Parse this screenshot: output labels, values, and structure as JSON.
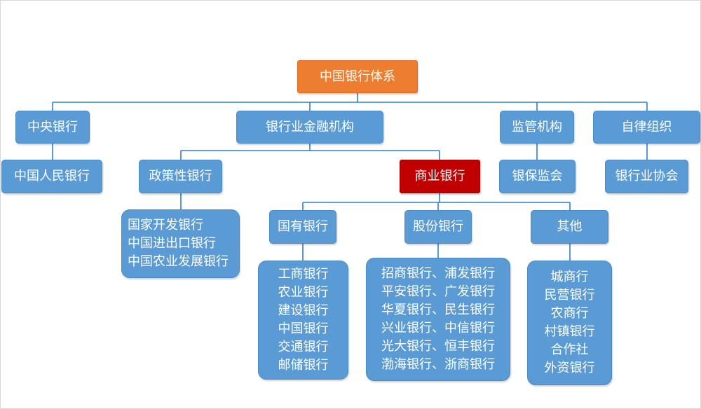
{
  "root": "中国银行体系",
  "level1": {
    "central_bank": "中央银行",
    "financial_institutions": "银行业金融机构",
    "regulator": "监管机构",
    "self_regulation": "自律组织"
  },
  "level2": {
    "pboc": "中国人民银行",
    "policy_banks": "政策性银行",
    "commercial_banks": "商业银行",
    "cbrc": "银保监会",
    "association": "银行业协会"
  },
  "policy_bank_list": [
    "国家开发银行",
    "中国进出口银行",
    "中国农业发展银行"
  ],
  "level3": {
    "state_owned": "国有银行",
    "joint_stock": "股份银行",
    "others": "其他"
  },
  "state_owned_list": [
    "工商银行",
    "农业银行",
    "建设银行",
    "中国银行",
    "交通银行",
    "邮储银行"
  ],
  "joint_stock_list": [
    "招商银行、浦发银行",
    "平安银行、广发银行",
    "华夏银行、民生银行",
    "兴业银行、中信银行",
    "光大银行、恒丰银行",
    "渤海银行、浙商银行"
  ],
  "others_list": [
    "城商行",
    "民营银行",
    "农商行",
    "村镇银行",
    "合作社",
    "外资银行"
  ],
  "colors": {
    "root": "#ed7d31",
    "node": "#5b9bd5",
    "highlight": "#c00000",
    "connector": "#2e7dd0"
  }
}
